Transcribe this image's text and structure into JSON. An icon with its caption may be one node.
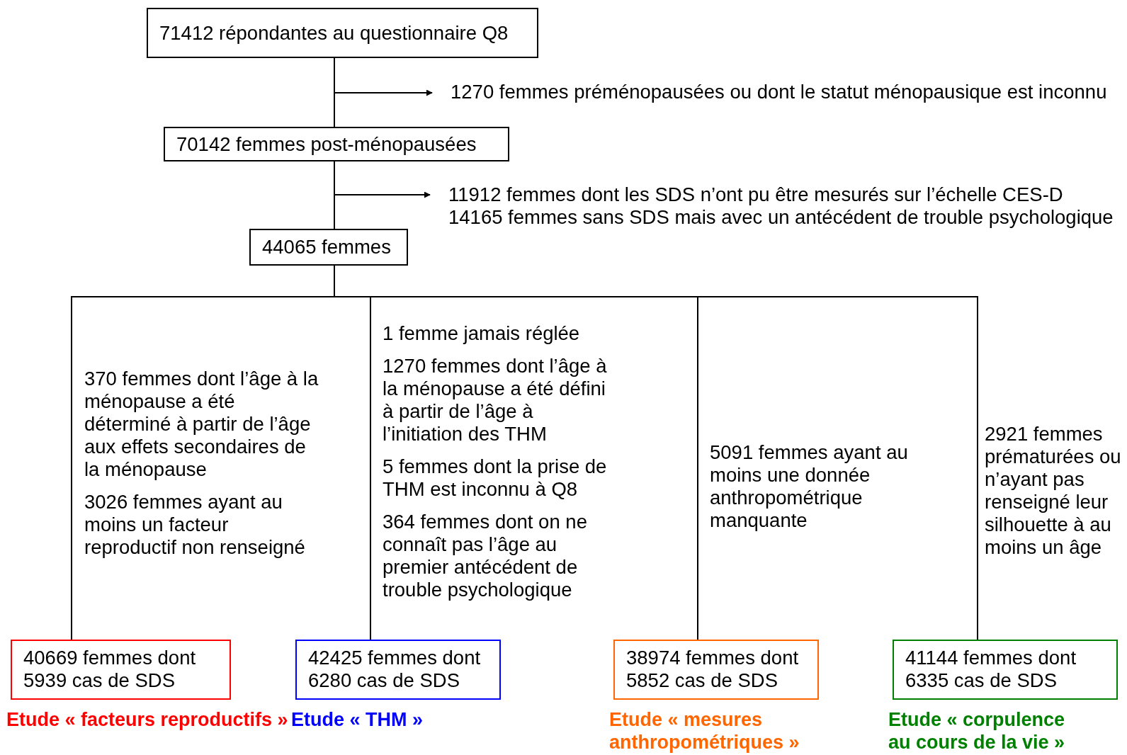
{
  "diagram": {
    "nodes": [
      {
        "text": [
          "71412 répondantes au questionnaire Q8"
        ]
      },
      {
        "text": [
          "1270 femmes préménopausées ou dont le statut ménopausique est inconnu"
        ]
      },
      {
        "text": [
          "70142 femmes post-ménopausées"
        ]
      },
      {
        "text": [
          "11912 femmes dont les SDS n’ont pu être mesurés sur l’échelle CES-D",
          "14165 femmes sans SDS mais avec un antécédent de trouble psychologique"
        ]
      },
      {
        "text": [
          "44065 femmes"
        ]
      },
      {
        "text": [
          "40669 femmes dont 5939 cas de SDS"
        ],
        "beside": [
          "Etude « facteurs reproductifs »"
        ]
      },
      {
        "text": [
          "42425 femmes dont 6280 cas de SDS"
        ],
        "beside": [
          "Etude « THM »"
        ]
      },
      {
        "text": [
          "38974 femmes dont 5852 cas de SDS"
        ],
        "beside": [
          "Etude « mesures anthropométriques »"
        ]
      },
      {
        "text": [
          "41144 femmes dont 6335 cas de SDS"
        ],
        "beside": [
          "Etude « corpulence au cours de la vie »"
        ]
      }
    ],
    "edges": [
      {
        "from": 0,
        "to": 2,
        "arrow": "none"
      },
      {
        "from": 0,
        "to": 1,
        "arrow": "to"
      },
      {
        "from": 2,
        "to": 4,
        "arrow": "none"
      },
      {
        "from": 2,
        "to": 3,
        "arrow": "to"
      },
      {
        "from": 4,
        "to": 5,
        "arrow": "none"
      },
      {
        "from": 4,
        "to": 6,
        "arrow": "none"
      },
      {
        "from": 4,
        "to": 7,
        "arrow": "none"
      },
      {
        "from": 4,
        "to": 8,
        "arrow": "none"
      }
    ],
    "labels": [
      "370 femmes dont l’âge à la ménopause a été déterminé à partir de l’âge aux effets secondaires de la ménopause",
      "3026 femmes ayant au moins un facteur reproductif non renseigné",
      "1 femme jamais réglée",
      "1270 femmes dont l’âge à la ménopause a été défini à partir de l’âge à l’initiation des THM",
      "5 femmes dont la prise de THM est inconnu à Q8",
      "364 femmes dont on ne connaît pas l’âge au premier antécédent de trouble psychologique",
      "5091 femmes ayant au moins une donnée anthropométrique manquante",
      "2921 femmes prématurées ou n’ayant pas renseigné leur silhouette à au moins un âge"
    ]
  }
}
